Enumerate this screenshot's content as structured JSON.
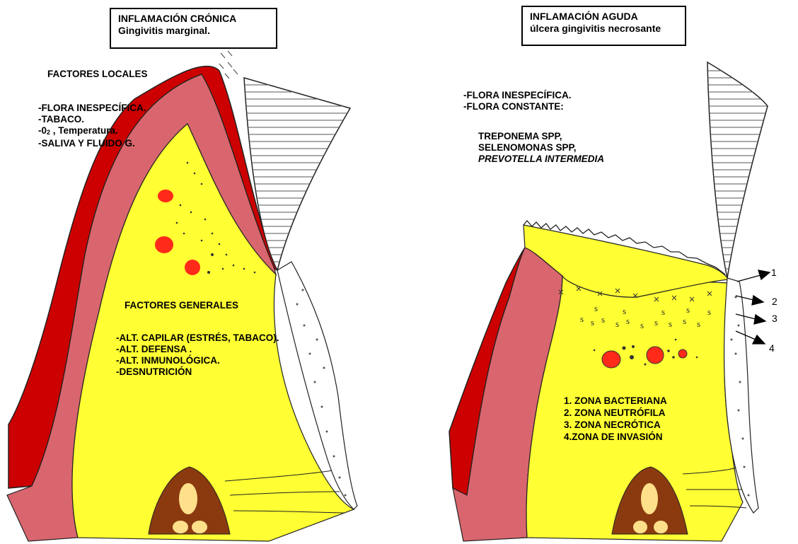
{
  "left_panel": {
    "title_line1": "INFLAMACIÓN CRÓNICA",
    "title_line2": "Gingivitis marginal.",
    "local_factors_heading": "FACTORES LOCALES",
    "local_factors": [
      "-FLORA INESPECÍFICA.",
      "-TABACO.",
      "-SALIVA Y FLUIDO G."
    ],
    "o2_prefix": "-0",
    "o2_sub": "2",
    "o2_suffix": " , Temperatura.",
    "general_factors_heading": "FACTORES GENERALES",
    "general_factors": [
      "-ALT. CAPILAR (ESTRÉS, TABACO).",
      "-ALT. DEFENSA .",
      "-ALT. INMUNOLÓGICA.",
      "-DESNUTRICIÓN"
    ]
  },
  "right_panel": {
    "title_line1": "INFLAMACIÓN AGUDA",
    "title_line2": "úlcera gingivitis necrosante",
    "flora": [
      "-FLORA INESPECÍFICA.",
      "-FLORA CONSTANTE:"
    ],
    "species": [
      "TREPONEMA SPP,",
      "SELENOMONAS SPP,"
    ],
    "species_italic": "PREVOTELLA INTERMEDIA",
    "zones": [
      "1. ZONA BACTERIANA",
      "2. ZONA NEUTRÓFILA",
      "3. ZONA NECRÓTICA",
      "4.ZONA DE INVASIÓN"
    ],
    "arrow_numbers": [
      "1",
      "2",
      "3",
      "4"
    ]
  },
  "colors": {
    "connective_tissue": "#ffff33",
    "epithelium": "#d9666e",
    "surface": "#cc0000",
    "bone": "#8b3a10",
    "marrow": "#ffe08a",
    "vessel": "#ff2a1a",
    "tooth": "#ffffff"
  }
}
